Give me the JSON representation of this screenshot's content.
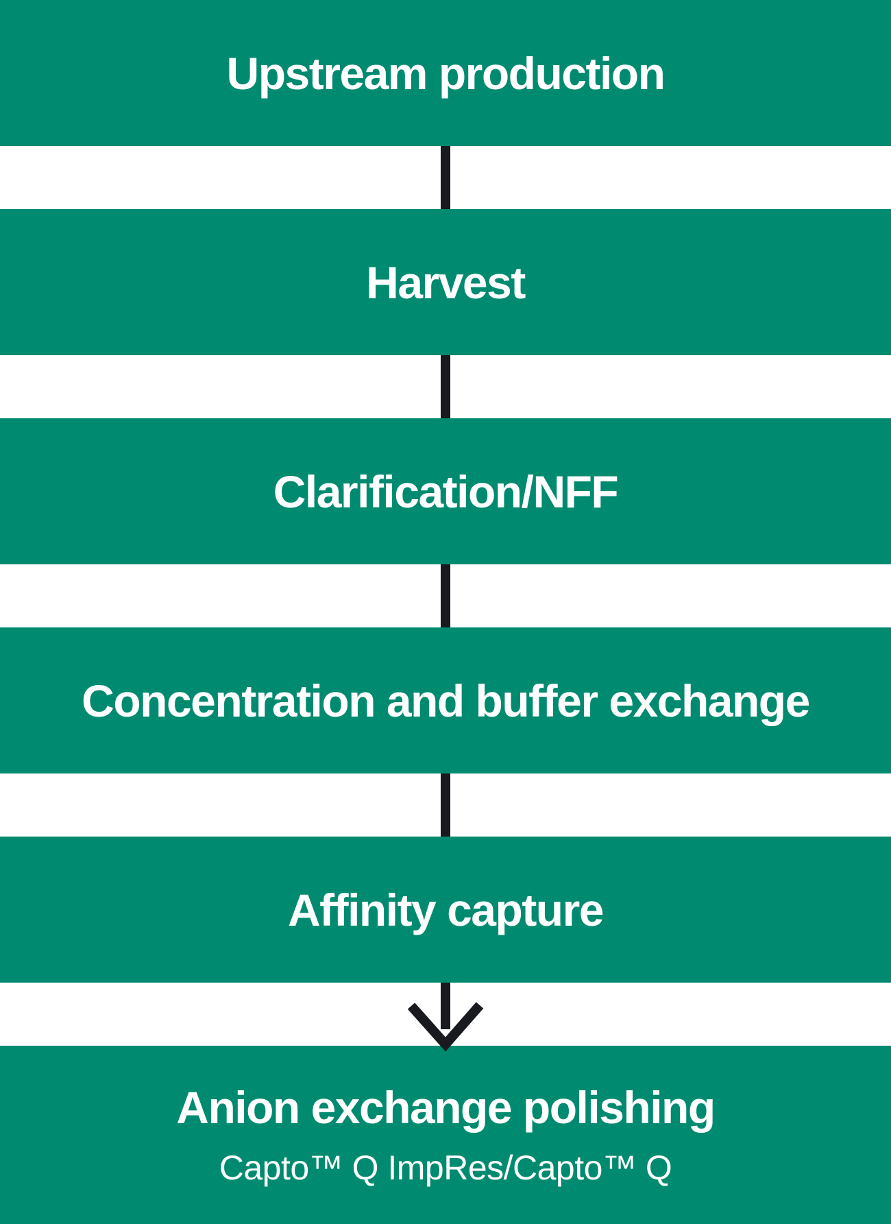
{
  "colors": {
    "bar_bg": "#008a70",
    "text": "#ffffff",
    "connector": "#191920",
    "page_bg": "#ffffff"
  },
  "flowchart": {
    "steps": [
      {
        "label": "Upstream production"
      },
      {
        "label": "Harvest"
      },
      {
        "label": "Clarification/NFF"
      },
      {
        "label": "Concentration and buffer exchange"
      },
      {
        "label": "Affinity capture"
      },
      {
        "label": "Anion exchange polishing",
        "sublabel": "Capto™ Q ImpRes/Capto™ Q"
      }
    ],
    "connectors": [
      {
        "style": "line"
      },
      {
        "style": "line"
      },
      {
        "style": "line"
      },
      {
        "style": "line"
      },
      {
        "style": "arrow"
      }
    ]
  }
}
